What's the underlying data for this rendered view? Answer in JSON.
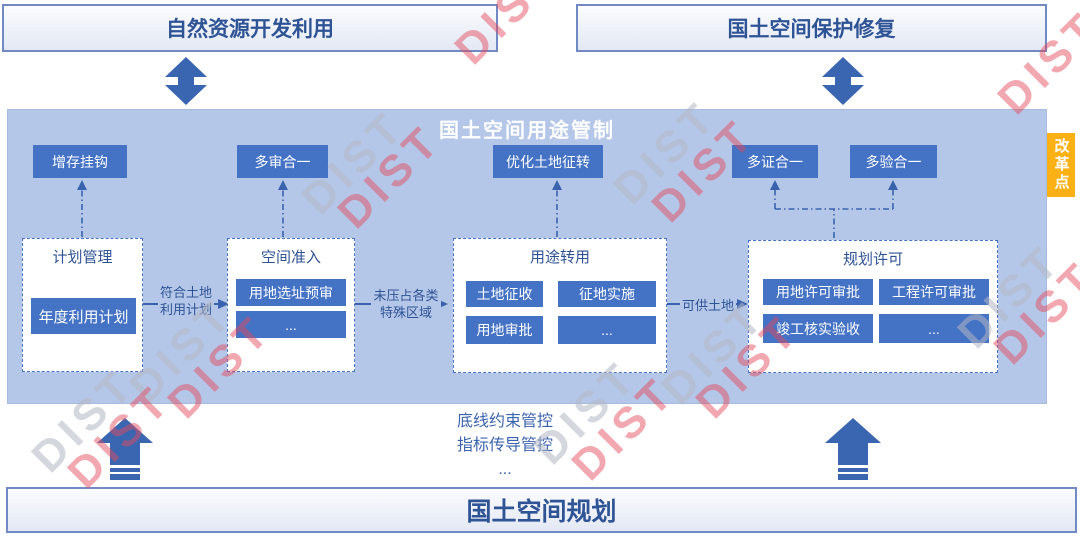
{
  "top": {
    "left_box": "自然资源开发利用",
    "right_box": "国土空间保护修复"
  },
  "panel": {
    "title": "国土空间用途管制",
    "reform_tag": "改革点",
    "top_boxes": [
      "增存挂钩",
      "多审合一",
      "优化土地征转",
      "多证合一",
      "多验合一"
    ],
    "groups": [
      {
        "title": "计划管理",
        "items": [
          "年度利用计划"
        ]
      },
      {
        "title": "空间准入",
        "items": [
          "用地选址预审",
          "..."
        ]
      },
      {
        "title": "用途转用",
        "items": [
          "土地征收",
          "征地实施",
          "用地审批",
          "..."
        ]
      },
      {
        "title": "规划许可",
        "items": [
          "用地许可审批",
          "工程许可审批",
          "竣工核实验收",
          "..."
        ]
      }
    ],
    "flow_labels": [
      "符合土地利用计划",
      "未压占各类特殊区域",
      "可供土地"
    ]
  },
  "bottom": {
    "notes": [
      "底线约束管控",
      "指标传导管控",
      "..."
    ],
    "box": "国土空间规划"
  },
  "watermark": {
    "text": "DIST"
  },
  "colors": {
    "panel_bg": "#B5C7E8",
    "box_blue": "#4472C4",
    "title_text": "#2F5496",
    "line_blue": "#3A63AE",
    "reform_orange": "#FBB116",
    "panel_title_text": "#FFFFFF"
  }
}
